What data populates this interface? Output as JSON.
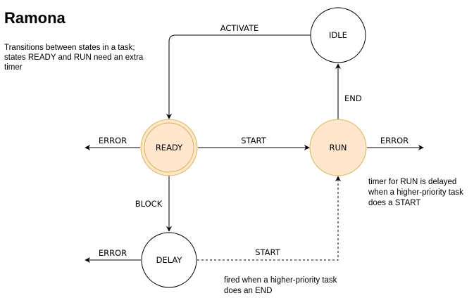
{
  "title": "Ramona",
  "subtitle": "Transitions between states in a task; states READY and RUN need an extra timer",
  "states": {
    "idle": "IDLE",
    "ready": "READY",
    "run": "RUN",
    "delay": "DELAY"
  },
  "transitions": {
    "activate": "ACTIVATE",
    "start": "START",
    "end": "END",
    "block": "BLOCK",
    "delay_start": "START",
    "ready_error": "ERROR",
    "run_error": "ERROR",
    "delay_error": "ERROR"
  },
  "notes": {
    "run_timer": "timer for RUN is delayed when a higher-priority task does a START",
    "delay_fired": "fired when a higher-priority task does an END"
  },
  "colors": {
    "timer_state_fill": "#ffe6cc",
    "timer_state_stroke": "#d6b656",
    "plain_state_fill": "#ffffff",
    "line": "#000000"
  }
}
